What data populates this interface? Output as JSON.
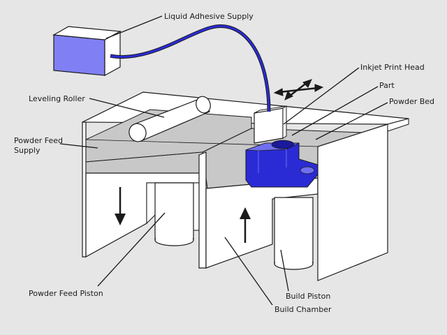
{
  "colors": {
    "background": "#e6e6e6",
    "outline": "#1a1a1a",
    "white": "#ffffff",
    "powder": "#c8c8c8",
    "powder_dark": "#b4b4b4",
    "adhesive_blue": "#2b2bd6",
    "reservoir_blue": "#8080f4"
  },
  "labels": {
    "liquid_adhesive_supply": "Liquid Adhesive Supply",
    "inkjet_print_head": "Inkjet Print Head",
    "part": "Part",
    "powder_bed": "Powder Bed",
    "leveling_roller": "Leveling Roller",
    "powder_feed_supply_line1": "Powder Feed",
    "powder_feed_supply_line2": "Supply",
    "powder_feed_piston": "Powder Feed Piston",
    "build_piston": "Build Piston",
    "build_chamber": "Build Chamber"
  },
  "motion": {
    "feed_piston_direction": "down",
    "build_piston_direction": "up"
  }
}
